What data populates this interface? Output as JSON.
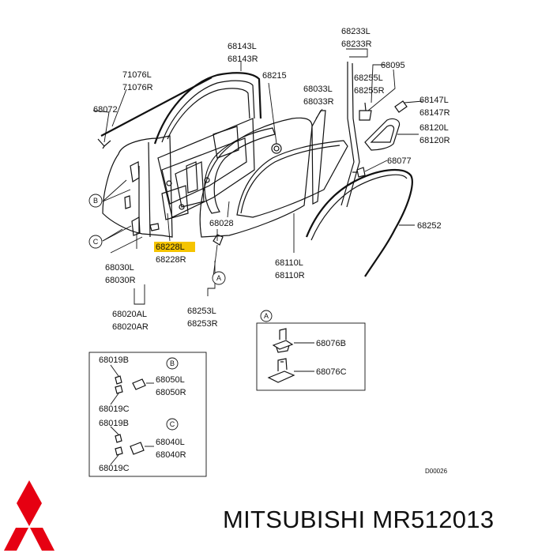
{
  "labels": {
    "p71076l": "71076L",
    "p71076r": "71076R",
    "p68072": "68072",
    "p68143l": "68143L",
    "p68143r": "68143R",
    "p68215": "68215",
    "p68033l": "68033L",
    "p68033r": "68033R",
    "p68233l": "68233L",
    "p68233r": "68233R",
    "p68095": "68095",
    "p68255l": "68255L",
    "p68255r": "68255R",
    "p68147l": "68147L",
    "p68147r": "68147R",
    "p68120l": "68120L",
    "p68120r": "68120R",
    "p68077": "68077",
    "p68252": "68252",
    "p68028": "68028",
    "p68228l": "68228L",
    "p68228r": "68228R",
    "p68030l": "68030L",
    "p68030r": "68030R",
    "p68020al": "68020AL",
    "p68020ar": "68020AR",
    "p68110l": "68110L",
    "p68110r": "68110R",
    "p68253l": "68253L",
    "p68253r": "68253R",
    "p68076b": "68076B",
    "p68076c": "68076C",
    "p68019b_1": "68019B",
    "p68019c_1": "68019C",
    "p68050l": "68050L",
    "p68050r": "68050R",
    "p68019b_2": "68019B",
    "p68019c_2": "68019C",
    "p68040l": "68040L",
    "p68040r": "68040R",
    "diagram_code": "D00026"
  },
  "callouts": {
    "a": "A",
    "b": "B",
    "c": "C"
  },
  "brand": {
    "text": "MITSUBISHI MR512013",
    "logo_color": "#e60012"
  },
  "highlight_color": "#f5c400"
}
